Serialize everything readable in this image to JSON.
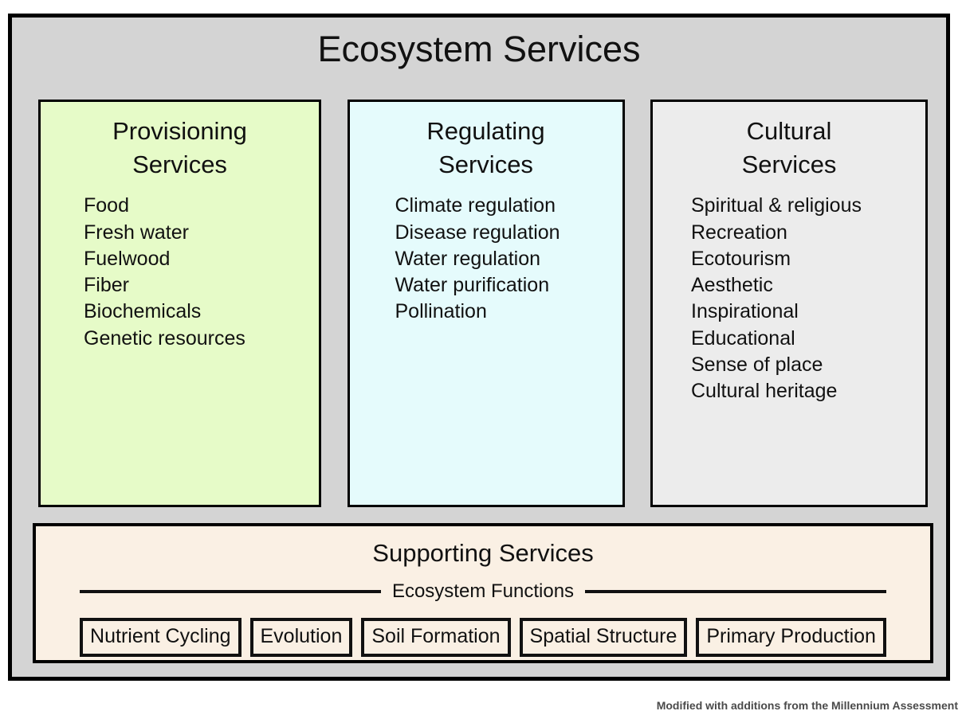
{
  "diagram": {
    "title": "Ecosystem Services",
    "columns": [
      {
        "id": "provisioning",
        "title": "Provisioning\nServices",
        "background_color": "#e6fbc8",
        "items": [
          "Food",
          "Fresh water",
          "Fuelwood",
          "Fiber",
          "Biochemicals",
          "Genetic resources"
        ]
      },
      {
        "id": "regulating",
        "title": "Regulating\nServices",
        "background_color": "#e5fbfc",
        "items": [
          "Climate regulation",
          "Disease regulation",
          "Water regulation",
          "Water purification",
          "Pollination"
        ]
      },
      {
        "id": "cultural",
        "title": "Cultural\nServices",
        "background_color": "#ececec",
        "items": [
          "Spiritual & religious",
          "Recreation",
          "Ecotourism",
          "Aesthetic",
          "Inspirational",
          "Educational",
          "Sense of place",
          "Cultural heritage"
        ]
      }
    ],
    "supporting": {
      "title": "Supporting Services",
      "background_color": "#faf0e4",
      "divider_label": "Ecosystem Functions",
      "function_boxes": [
        "Nutrient Cycling",
        "Evolution",
        "Soil Formation",
        "Spatial Structure",
        "Primary Production"
      ]
    },
    "frame_background_color": "#d4d4d4",
    "border_color": "#000000",
    "caption": "Modified with additions from the Millennium Assessment"
  }
}
